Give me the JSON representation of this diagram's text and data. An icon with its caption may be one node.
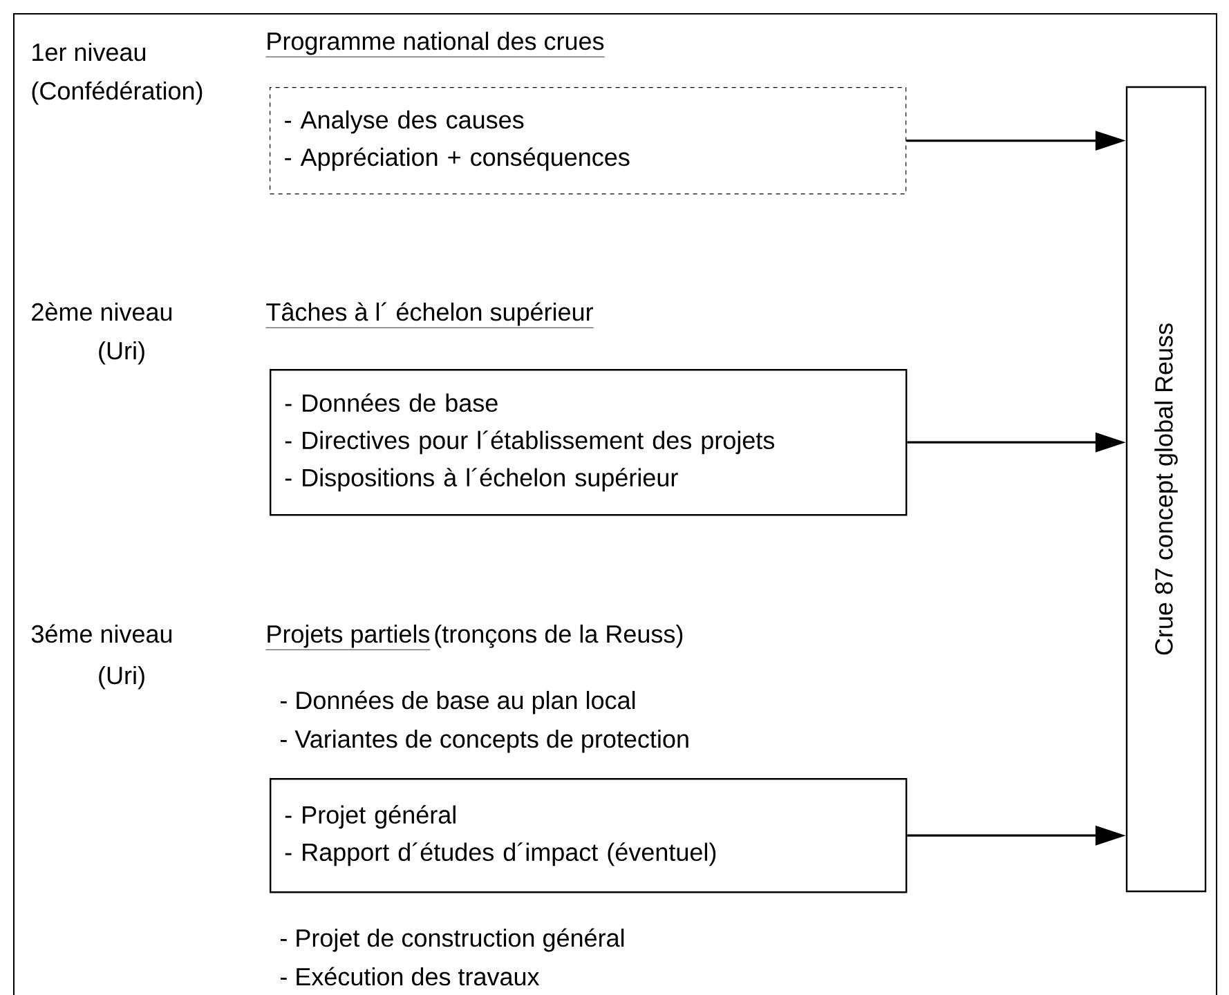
{
  "diagram": {
    "nodes": [
      {
        "text": [
          "- Analyse des causes",
          "- Appréciation + conséquences"
        ]
      },
      {
        "text": [
          "- Données de base",
          "- Directives pour l´établissement des projets",
          "- Dispositions à l´échelon supérieur"
        ]
      },
      {
        "text": [
          "- Projet général",
          "- Rapport d´études d´impact (éventuel)"
        ]
      },
      {
        "text": [
          "Crue 87 concept global Reuss"
        ]
      }
    ],
    "edges": [
      {
        "from": 0,
        "to": 3,
        "arrow": "to"
      },
      {
        "from": 1,
        "to": 3,
        "arrow": "to"
      },
      {
        "from": 2,
        "to": 3,
        "arrow": "to"
      }
    ],
    "labels": [
      "1er niveau",
      "Programme national des crues",
      "(Confédération)",
      "2ème niveau",
      "Tâches à l´ échelon supérieur",
      "(Uri)",
      "3éme niveau",
      "Projets partiels",
      "(tronçons de la Reuss)",
      "(Uri)",
      "- Données de base au plan local",
      "- Variantes de concepts de protection",
      "- Projet de construction général",
      "- Exécution des travaux"
    ]
  }
}
